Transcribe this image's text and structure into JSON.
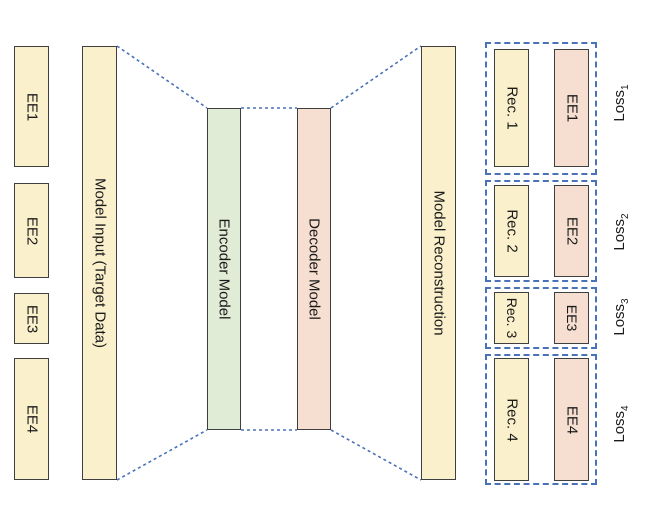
{
  "early_exits": [
    "EE1",
    "EE2",
    "EE3",
    "EE4"
  ],
  "model_input_label": "Model Input (Target Data)",
  "encoder_label": "Encoder Model",
  "decoder_label": "Decoder Model",
  "reconstruction_label": "Model Reconstruction",
  "reconstructions": [
    "Rec. 1",
    "Rec. 2",
    "Rec. 3",
    "Rec. 4"
  ],
  "exit_copies": [
    "EE1",
    "EE2",
    "EE3",
    "EE4"
  ],
  "losses": [
    {
      "base": "Loss",
      "sub": "1"
    },
    {
      "base": "Loss",
      "sub": "2"
    },
    {
      "base": "Loss",
      "sub": "3"
    },
    {
      "base": "Loss",
      "sub": "4"
    }
  ],
  "colors": {
    "input_fill": "#fbf0cc",
    "encoder_fill": "#e1ecd6",
    "decoder_fill": "#f6dfd0",
    "connector": "#4a72b8"
  }
}
